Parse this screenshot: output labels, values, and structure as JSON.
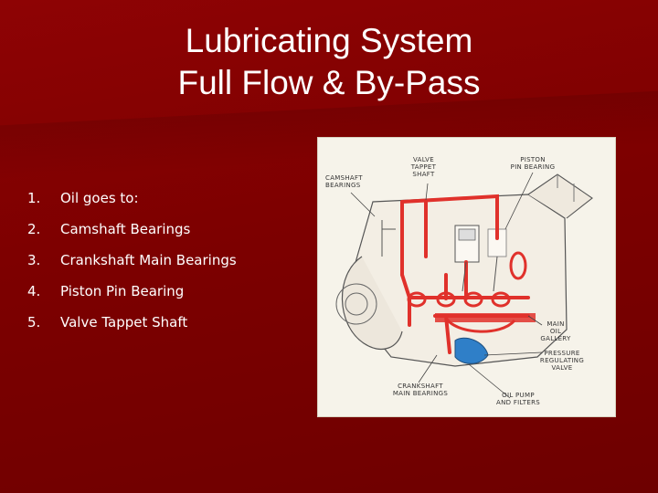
{
  "slide": {
    "title_line1": "Lubricating System",
    "title_line2": "Full Flow & By-Pass",
    "background_color": "#7a0000",
    "text_color": "#ffffff"
  },
  "list": [
    {
      "num": "1.",
      "text": "Oil goes to:"
    },
    {
      "num": "2.",
      "text": "Camshaft Bearings"
    },
    {
      "num": "3.",
      "text": "Crankshaft Main Bearings"
    },
    {
      "num": "4.",
      "text": "Piston Pin Bearing"
    },
    {
      "num": "5.",
      "text": "Valve Tappet Shaft"
    }
  ],
  "figure": {
    "labels": {
      "valve_tappet": [
        "VALVE",
        "TAPPET",
        "SHAFT"
      ],
      "piston_pin": [
        "PISTON",
        "PIN BEARING"
      ],
      "camshaft": [
        "CAMSHAFT",
        "BEARINGS"
      ],
      "main_oil": [
        "MAIN",
        "OIL",
        "GALLERY"
      ],
      "pressure_valve": [
        "PRESSURE",
        "REGULATING",
        "VALVE"
      ],
      "crankshaft": [
        "CRANKSHAFT",
        "MAIN BEARINGS"
      ],
      "oil_pump": [
        "OIL PUMP",
        "AND FILTERS"
      ]
    },
    "oil_color": "#e0312b",
    "pump_color": "#2f7fc8"
  }
}
